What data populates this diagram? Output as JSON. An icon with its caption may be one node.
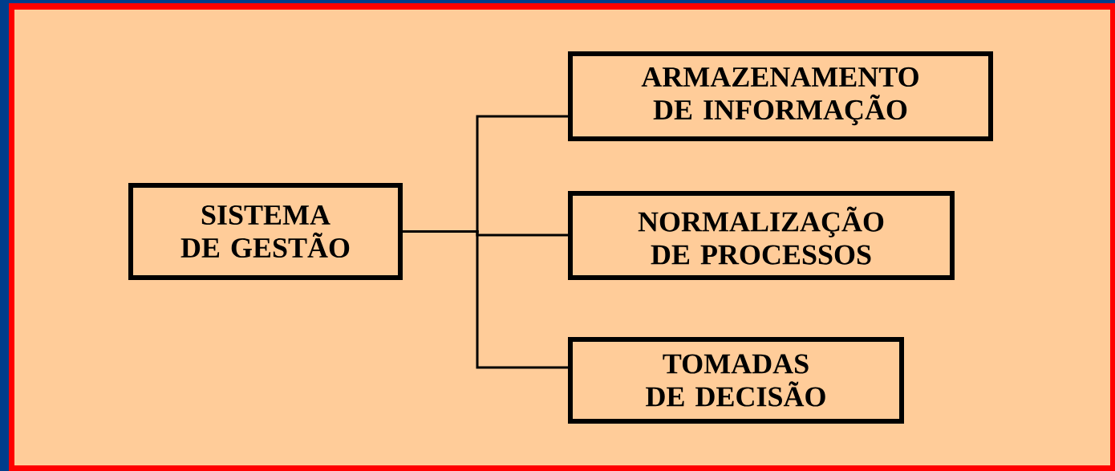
{
  "diagram": {
    "nodes": [
      {
        "text": [
          "SISTEMA DE GESTÃO"
        ]
      },
      {
        "text": [
          "ARMAZENAMENTO DE INFORMAÇÃO"
        ]
      },
      {
        "text": [
          "NORMALIZAÇÃO DE PROCESSOS"
        ]
      },
      {
        "text": [
          "TOMADAS DE DECISÃO"
        ]
      }
    ],
    "edges": [
      {
        "from": 0,
        "to": 1,
        "arrow": "none"
      },
      {
        "from": 0,
        "to": 2,
        "arrow": "none"
      },
      {
        "from": 0,
        "to": 3,
        "arrow": "none"
      }
    ]
  }
}
